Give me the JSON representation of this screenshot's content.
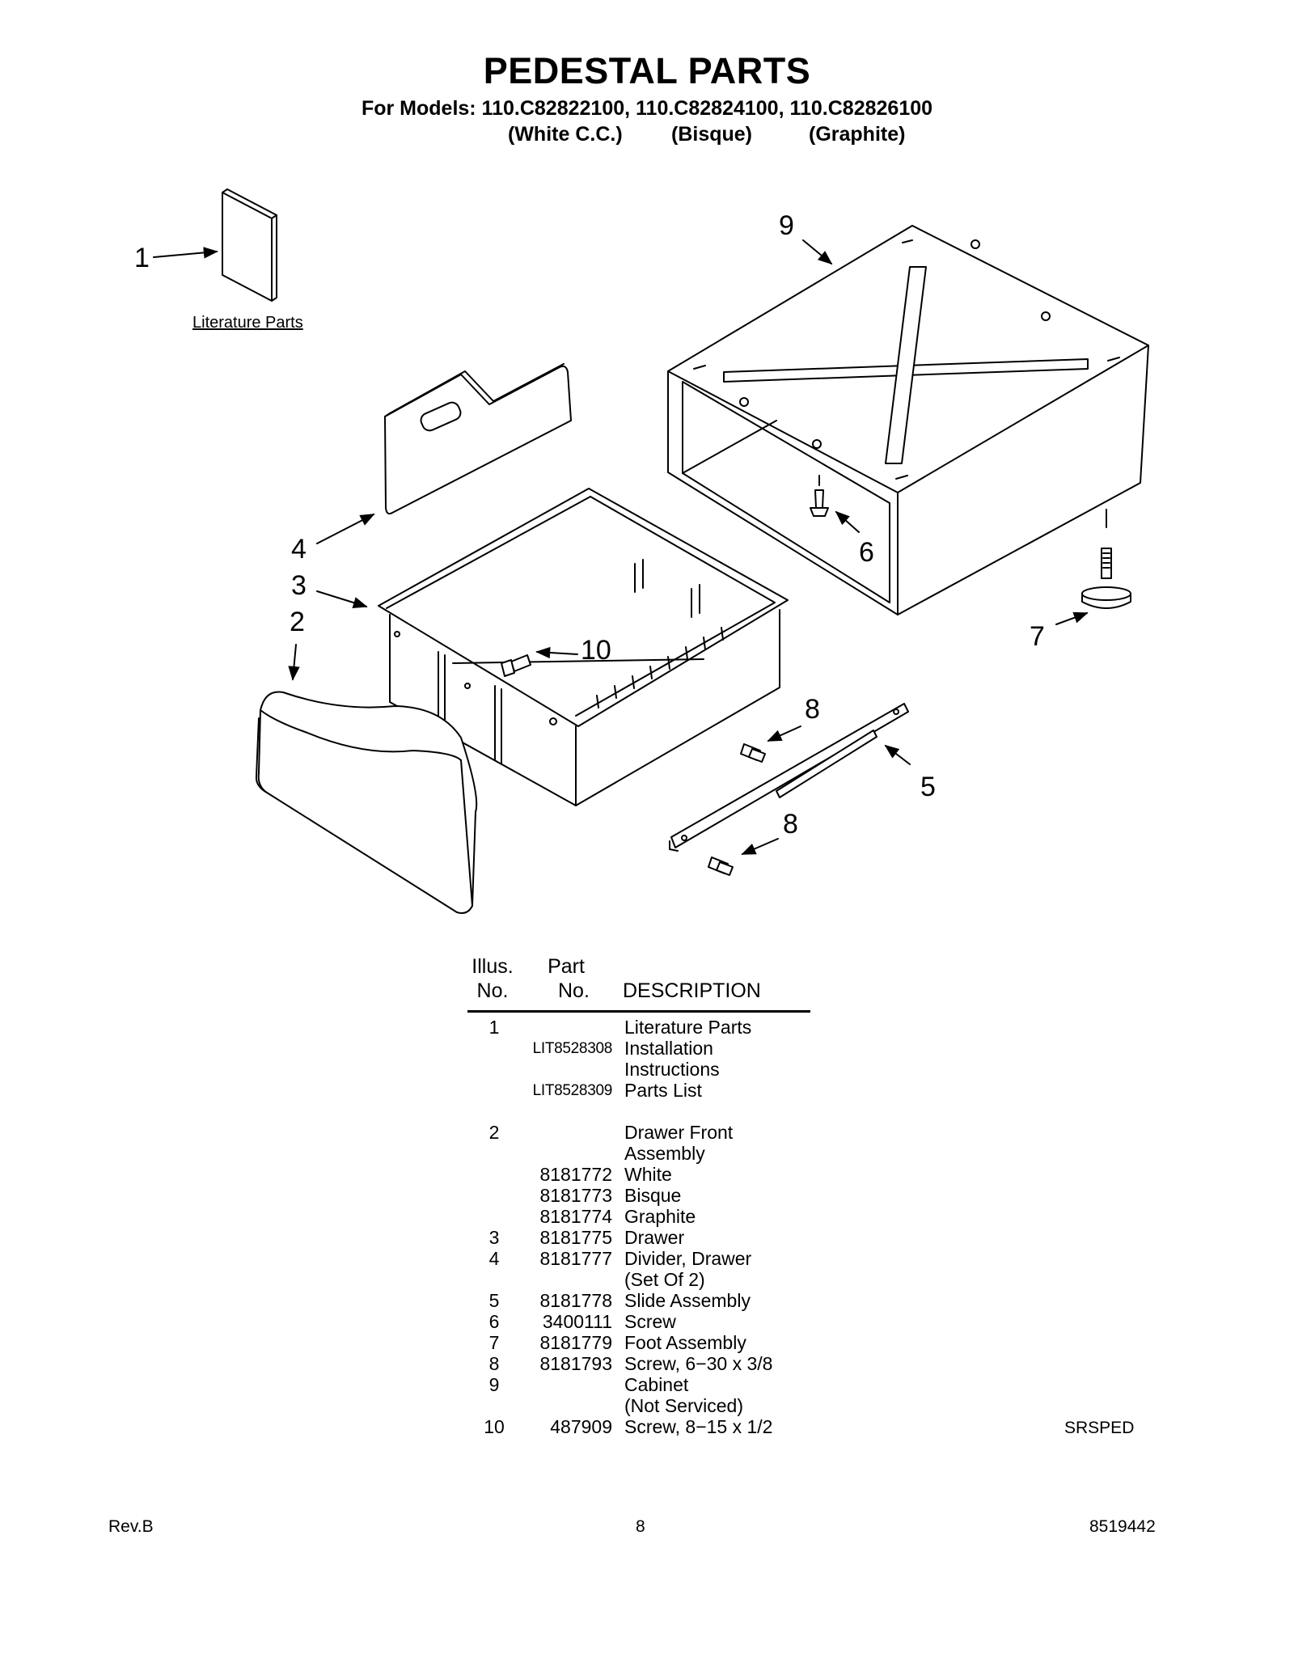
{
  "header": {
    "title": "PEDESTAL PARTS",
    "models": "For Models: 110.C82822100, 110.C82824100, 110.C82826100",
    "colors": [
      "(White C.C.)",
      "(Bisque)",
      "(Graphite)"
    ]
  },
  "diagram": {
    "literature_label": "Literature Parts",
    "callouts": [
      "1",
      "9",
      "4",
      "3",
      "2",
      "6",
      "10",
      "7",
      "8",
      "8",
      "5"
    ]
  },
  "table": {
    "header": {
      "illus": [
        "Illus.",
        "No."
      ],
      "part": [
        "Part",
        "No."
      ],
      "description": "DESCRIPTION"
    },
    "rows": [
      {
        "illus": "1",
        "part": "",
        "desc": "Literature Parts"
      },
      {
        "illus": "",
        "part": "LIT8528308",
        "desc": "Installation"
      },
      {
        "illus": "",
        "part": "",
        "desc": "Instructions"
      },
      {
        "illus": "",
        "part": "LIT8528309",
        "desc": "Parts List"
      },
      {
        "illus": "2",
        "part": "",
        "desc": "Drawer Front"
      },
      {
        "illus": "",
        "part": "",
        "desc": "Assembly"
      },
      {
        "illus": "",
        "part": "8181772",
        "desc": "White"
      },
      {
        "illus": "",
        "part": "8181773",
        "desc": "Bisque"
      },
      {
        "illus": "",
        "part": "8181774",
        "desc": "Graphite"
      },
      {
        "illus": "3",
        "part": "8181775",
        "desc": "Drawer"
      },
      {
        "illus": "4",
        "part": "8181777",
        "desc": "Divider, Drawer"
      },
      {
        "illus": "",
        "part": "",
        "desc": "(Set Of 2)"
      },
      {
        "illus": "5",
        "part": "8181778",
        "desc": "Slide Assembly"
      },
      {
        "illus": "6",
        "part": "3400111",
        "desc": "Screw"
      },
      {
        "illus": "7",
        "part": "8181779",
        "desc": "Foot Assembly"
      },
      {
        "illus": "8",
        "part": "8181793",
        "desc": "Screw, 6−30 x 3/8"
      },
      {
        "illus": "9",
        "part": "",
        "desc": "Cabinet"
      },
      {
        "illus": "",
        "part": "",
        "desc": "(Not Serviced)"
      },
      {
        "illus": "10",
        "part": "487909",
        "desc": "Screw, 8−15 x 1/2"
      }
    ]
  },
  "code": "SRSPED",
  "footer": {
    "revision": "Rev.B",
    "page": "8",
    "doc_number": "8519442"
  }
}
